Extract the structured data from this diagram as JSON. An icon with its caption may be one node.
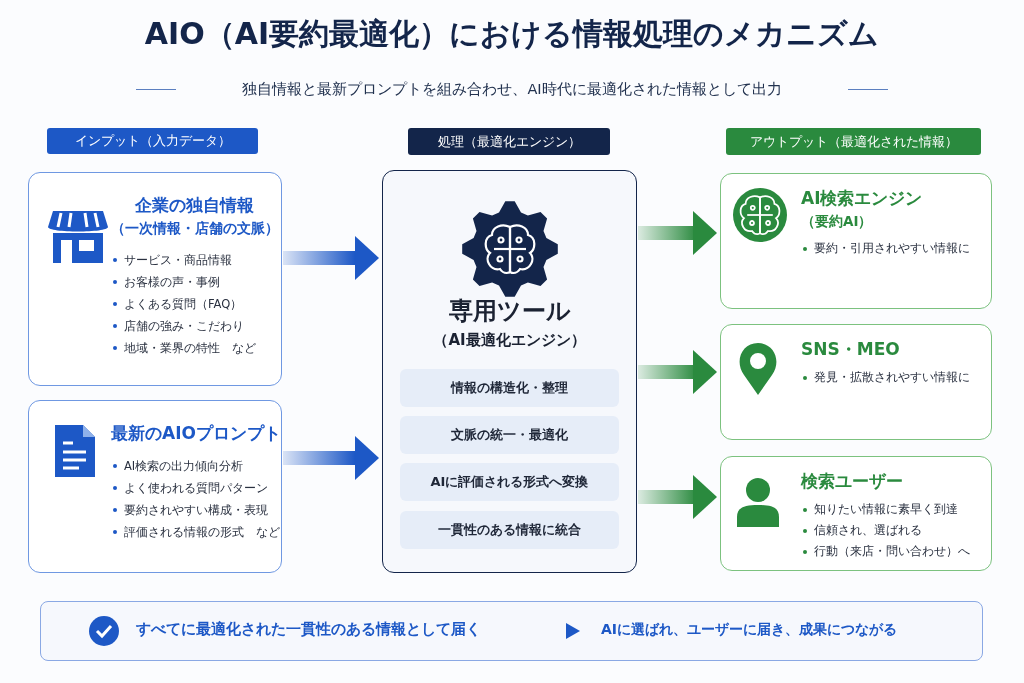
{
  "diagram": {
    "title": "AIO（AI要約最適化）における情報処理のメカニズム",
    "nodes": [
      {
        "text": [
          "インプット（入力データ）"
        ]
      },
      {
        "text": [
          "処理（最適化エンジン）"
        ]
      },
      {
        "text": [
          "アウトプット（最適化された情報）"
        ]
      },
      {
        "text": [
          "企業の独自情報",
          "（一次情報・店舗の文脈）",
          "サービス・商品情報",
          "お客様の声・事例",
          "よくある質問（FAQ）",
          "店舗の強み・こだわり",
          "地域・業界の特性　など"
        ]
      },
      {
        "text": [
          "最新のAIOプロンプト",
          "AI検索の出力傾向分析",
          "よく使われる質問パターン",
          "要約されやすい構成・表現",
          "評価される情報の形式　など"
        ]
      },
      {
        "text": [
          "専用ツール",
          "（AI最適化エンジン）"
        ]
      },
      {
        "text": [
          "情報の構造化・整理"
        ],
        "in": 5
      },
      {
        "text": [
          "文脈の統一・最適化"
        ],
        "in": 5
      },
      {
        "text": [
          "AIに評価される形式へ変換"
        ],
        "in": 5
      },
      {
        "text": [
          "一貫性のある情報に統合"
        ],
        "in": 5
      },
      {
        "text": [
          "AI検索エンジン",
          "（要約AI）",
          "要約・引用されやすい情報に"
        ]
      },
      {
        "text": [
          "SNS・MEO",
          "発見・拡散されやすい情報に"
        ]
      },
      {
        "text": [
          "検索ユーザー",
          "知りたい情報に素早く到達",
          "信頼され、選ばれる",
          "行動（来店・問い合わせ）へ"
        ]
      },
      {
        "text": [
          "すべてに最適化された一貫性のある情報として届く",
          "AIに選ばれ、ユーザーに届き、成果につながる"
        ]
      }
    ],
    "edges": [
      {
        "from": 3,
        "to": 5,
        "arrow": "to",
        "color": "#1d58c6"
      },
      {
        "from": 4,
        "to": 5,
        "arrow": "to",
        "color": "#1d58c6"
      },
      {
        "from": 5,
        "to": 10,
        "arrow": "to"
      },
      {
        "from": 5,
        "to": 11,
        "arrow": "to"
      },
      {
        "from": 5,
        "to": 12,
        "arrow": "to"
      }
    ],
    "labels": [
      "独自情報と最新プロンプトを組み合わせ、AI時代に最適化された情報として出力"
    ]
  }
}
